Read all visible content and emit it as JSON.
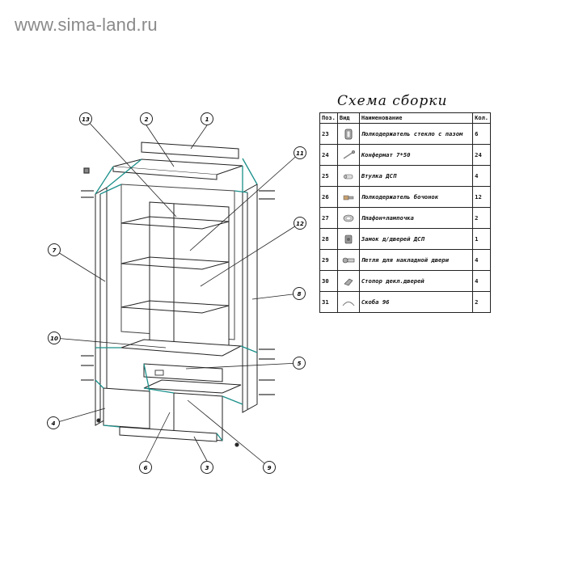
{
  "watermark": "www.sima-land.ru",
  "title": "Схема  сборки",
  "table": {
    "headers": {
      "pos": "Поз.",
      "view": "Вид",
      "name": "Наименование",
      "qty": "Кол."
    },
    "rows": [
      {
        "pos": "23",
        "icon": "shelf-holder-glass-icon",
        "name": "Полкодержатель стекло с пазом",
        "qty": "6"
      },
      {
        "pos": "24",
        "icon": "confirmat-screw-icon",
        "name": "Конфермат 7*50",
        "qty": "24"
      },
      {
        "pos": "25",
        "icon": "chipboard-sleeve-icon",
        "name": "Втулка  ДСП",
        "qty": "4"
      },
      {
        "pos": "26",
        "icon": "barrel-shelf-holder-icon",
        "name": "Полкодержатель бочонок",
        "qty": "12"
      },
      {
        "pos": "27",
        "icon": "lamp-fixture-icon",
        "name": "Плафон+лампочка",
        "qty": "2"
      },
      {
        "pos": "28",
        "icon": "door-lock-icon",
        "name": "Замок д/дверей ДСП",
        "qty": "1"
      },
      {
        "pos": "29",
        "icon": "overlay-door-hinge-icon",
        "name": "Петля для накладной двери",
        "qty": "4"
      },
      {
        "pos": "30",
        "icon": "flap-door-stopper-icon",
        "name": "Стопор декл.дверей",
        "qty": "4"
      },
      {
        "pos": "31",
        "icon": "bracket-96-icon",
        "name": "Скоба 96",
        "qty": "2"
      }
    ]
  },
  "callouts": [
    "1",
    "2",
    "3",
    "4",
    "5",
    "6",
    "7",
    "8",
    "9",
    "10",
    "11",
    "12",
    "13"
  ],
  "colors": {
    "line": "#222222",
    "accent": "#1a8f8a"
  }
}
